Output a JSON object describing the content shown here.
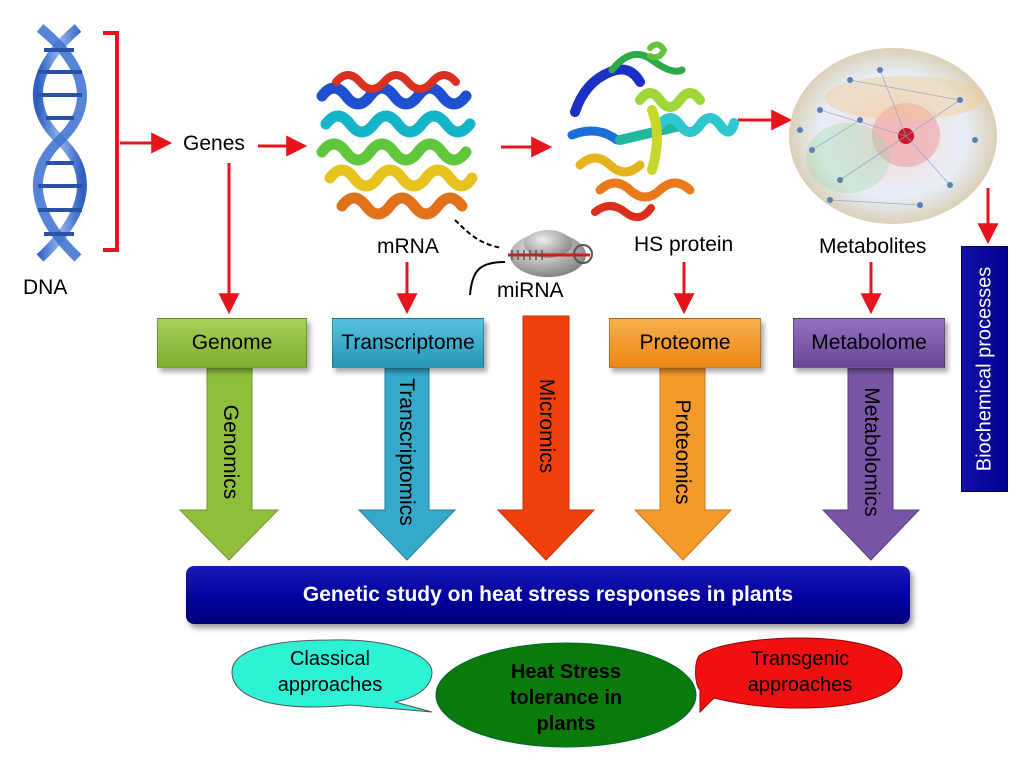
{
  "labels": {
    "dna": "DNA",
    "genes": "Genes",
    "mrna": "mRNA",
    "mirna": "miRNA",
    "hs_protein": "HS protein",
    "metabolites": "Metabolites"
  },
  "boxes": [
    {
      "id": "genome",
      "label": "Genome",
      "color": "#8fbf3a"
    },
    {
      "id": "transcriptome",
      "label": "Transcriptome",
      "color": "#35a9c9"
    },
    {
      "id": "proteome",
      "label": "Proteome",
      "color": "#f39a2b"
    },
    {
      "id": "metabolome",
      "label": "Metabolome",
      "color": "#7a55a6"
    }
  ],
  "arrows": [
    {
      "id": "genomics",
      "label": "Genomics",
      "color": "#8fbf3a"
    },
    {
      "id": "transcriptomics",
      "label": "Transcriptomics",
      "color": "#35a9c9"
    },
    {
      "id": "micromics",
      "label": "Micromics",
      "color": "#f2400a"
    },
    {
      "id": "proteomics",
      "label": "Proteomics",
      "color": "#f39a2b"
    },
    {
      "id": "metabolomics",
      "label": "Metabolomics",
      "color": "#7a55a6"
    }
  ],
  "biochemical": "Biochemical processes",
  "banner": "Genetic study on heat stress responses in plants",
  "ovals": {
    "classical": "Classical approaches",
    "center": "Heat Stress tolerance in plants",
    "transgenic": "Transgenic approaches"
  }
}
